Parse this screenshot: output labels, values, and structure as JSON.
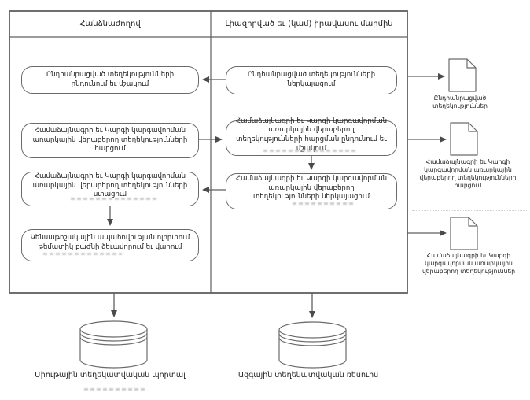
{
  "diagram": {
    "lanes": [
      {
        "title": "Հանձնաժողով"
      },
      {
        "title": "Լիազորված եւ (կամ) իրավասու մարմին"
      }
    ],
    "left_boxes": [
      {
        "text": "Ընդհանրացված տեղեկությունների ընդունում եւ մշակում"
      },
      {
        "text": "Համաձայնագրի եւ Կարգի կարգավորման առարկային վերաբերող տեղեկությունների հարցում"
      },
      {
        "text": "Համաձայնագրի եւ Կարգի կարգավորման առարկային վերաբերող տեղեկությունների ստացում"
      },
      {
        "text": "Կենսաթոշակային ապահովության ոլորտում թեմատիկ բաժնի ձեւավորում եւ վարում"
      }
    ],
    "right_boxes": [
      {
        "text": "Ընդհանրացված տեղեկությունների ներկայացում"
      },
      {
        "text": "Համաձայնագրի եւ Կարգի կարգավորման առարկային վերաբերող տեղեկությունների հարցման ընդունում եւ մշակում"
      },
      {
        "text": "Համաձայնագրի եւ Կարգի կարգավորման առարկային վերաբերող տեղեկությունների ներկայացում"
      }
    ],
    "documents": [
      {
        "label": "Ընդհանրացված տեղեկություններ"
      },
      {
        "label": "Համաձայնագրի եւ Կարգի կարգավորման առարկային վերաբերող տեղեկությունների հարցում"
      },
      {
        "label": "Համաձայնագրի եւ Կարգի կարգավորման առարկային վերաբերող տեղեկություններ"
      }
    ],
    "databases": [
      {
        "label": "Միութային տեղեկատվական պորտալ"
      },
      {
        "label": "Ազգային տեղեկատվական ռեսուրս"
      }
    ],
    "colors": {
      "line": "#5f5f5f",
      "shape_stroke": "#6a6a6a",
      "arrowhead": "#4a4a4a",
      "text": "#1c1c1c",
      "ghost": "#bdbdbd",
      "background": "#ffffff"
    }
  }
}
